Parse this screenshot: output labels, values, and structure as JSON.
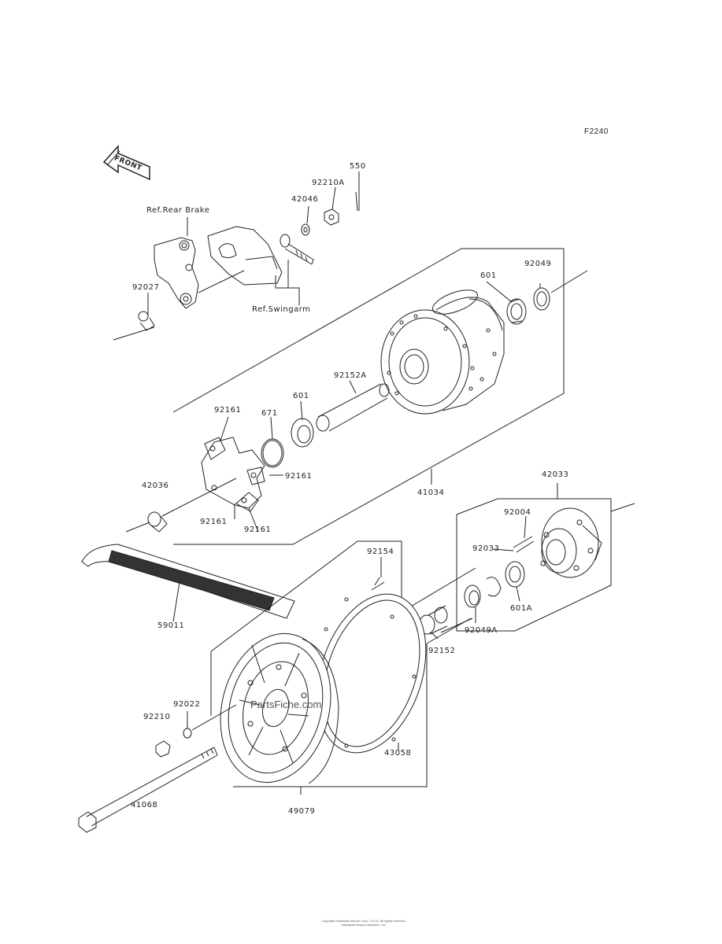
{
  "diagram_code": "F2240",
  "front_tag": "FRONT",
  "refs": {
    "rear_brake": "Ref.Rear Brake",
    "swingarm": "Ref.Swingarm"
  },
  "labels": {
    "p550": "550",
    "p92210A": "92210A",
    "p42046": "42046",
    "p92049_top": "92049",
    "p601_top": "601",
    "p92027": "92027",
    "p92152A": "92152A",
    "p601_mid": "601",
    "p671": "671",
    "p92161_a": "92161",
    "p92161_b": "92161",
    "p92161_c": "92161",
    "p92161_d": "92161",
    "p42036": "42036",
    "p41034": "41034",
    "p42033": "42033",
    "p92004": "92004",
    "p92033": "92033",
    "p601A": "601A",
    "p92049A": "92049A",
    "p92152": "92152",
    "p92154": "92154",
    "p59011": "59011",
    "p92022": "92022",
    "p92210": "92210",
    "p43058": "43058",
    "p41068": "41068",
    "p49079": "49079"
  },
  "watermark": "PartsFiche.com",
  "footer_line1": "Copyright Kawasaki Motors Corp., U.S.A. All rights reserved.",
  "footer_line2": "Kawasaki Heavy Industries, Ltd."
}
